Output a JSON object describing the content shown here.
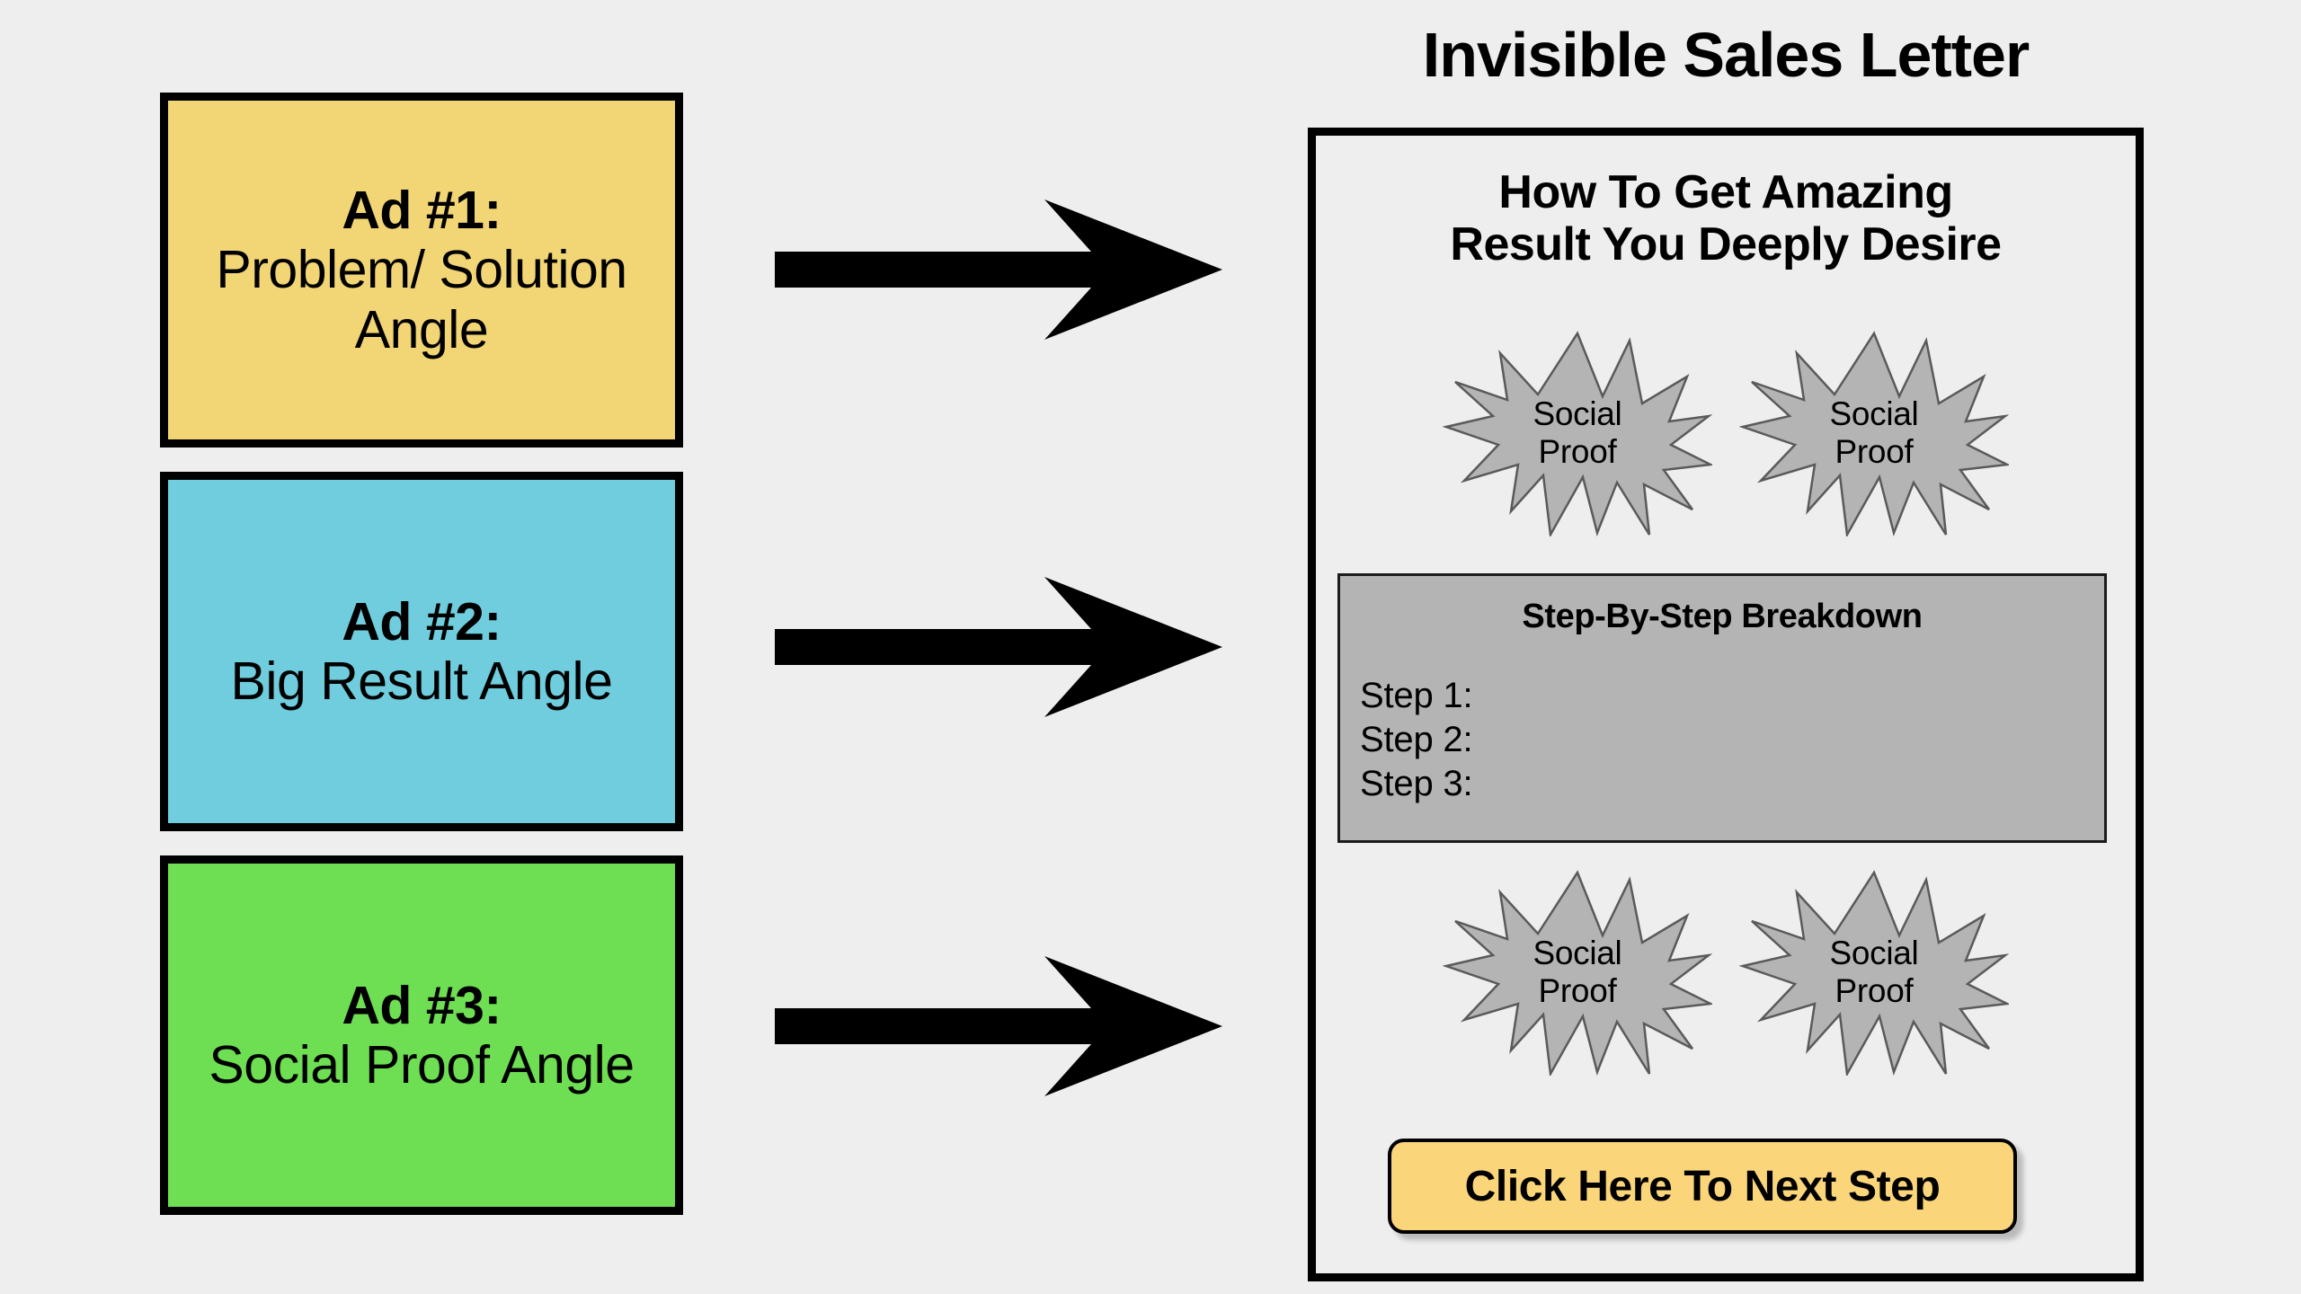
{
  "background_color": "#eeeeee",
  "ads": [
    {
      "id": "ad-1",
      "title": "Ad #1:",
      "subtitle": "Problem/ Solution Angle",
      "color": "#f2d574"
    },
    {
      "id": "ad-2",
      "title": "Ad #2:",
      "subtitle": "Big Result Angle",
      "color": "#6fcdde"
    },
    {
      "id": "ad-3",
      "title": "Ad #3:",
      "subtitle": "Social Proof Angle",
      "color": "#6ede52"
    }
  ],
  "arrows": [
    {
      "id": "arrow-1",
      "icon": "right-arrow-icon",
      "color": "#000000"
    },
    {
      "id": "arrow-2",
      "icon": "right-arrow-icon",
      "color": "#000000"
    },
    {
      "id": "arrow-3",
      "icon": "right-arrow-icon",
      "color": "#000000"
    }
  ],
  "panel": {
    "title": "Invisible Sales Letter",
    "headline_line1": "How To Get Amazing",
    "headline_line2": "Result You Deeply Desire",
    "border_color": "#000000",
    "social_proof": {
      "label_line1": "Social",
      "label_line2": "Proof",
      "fill_color": "#b4b4b4",
      "stroke_color": "#5a5a5a",
      "top_row_count": 2,
      "bottom_row_count": 2
    },
    "steps": {
      "heading": "Step-By-Step Breakdown",
      "items": [
        "Step 1:",
        "Step 2:",
        "Step 3:"
      ],
      "fill_color": "#b4b4b4",
      "border_color": "#1c1c1c"
    },
    "cta": {
      "label": "Click Here To Next Step",
      "fill_color": "#fbd579",
      "border_color": "#000000"
    }
  }
}
